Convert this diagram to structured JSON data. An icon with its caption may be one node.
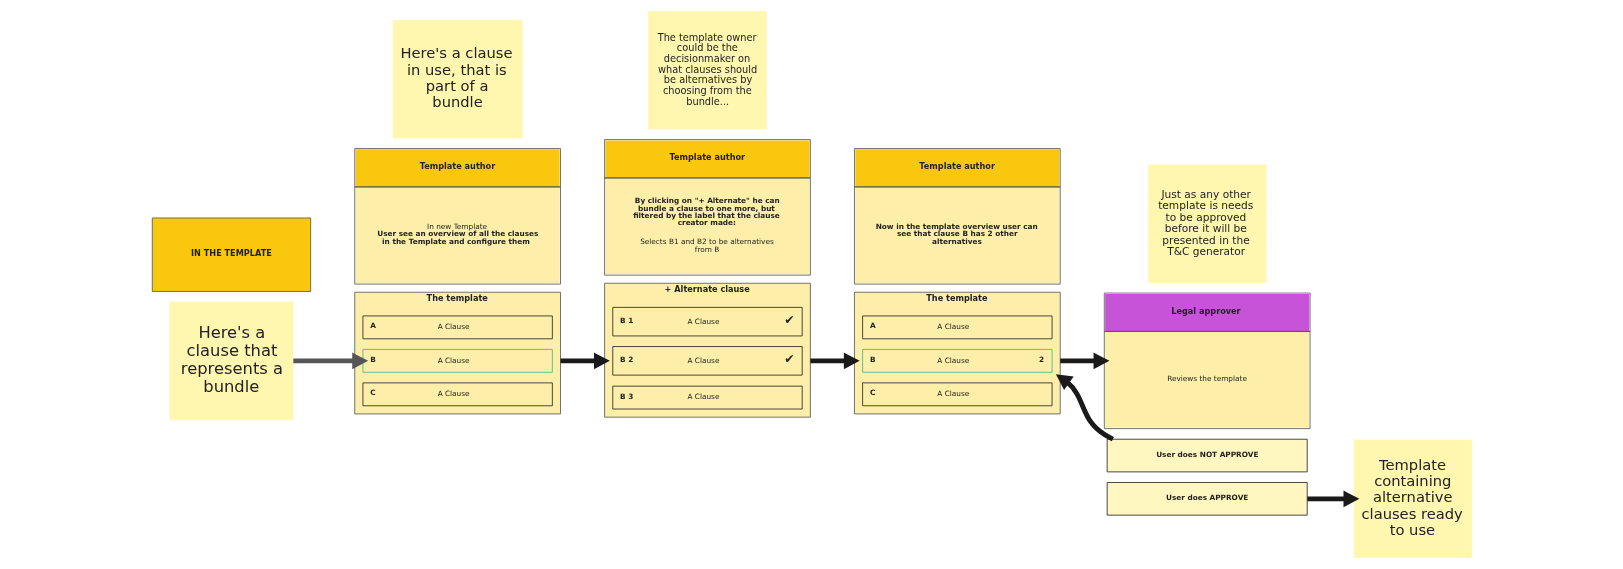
{
  "diagram": {
    "nodes": [
      {
        "text": [
          "IN THE TEMPLATE"
        ]
      },
      {
        "text": [
          "Here's a clause in use, that is part of a bundle"
        ]
      },
      {
        "text": [
          "Here's a clause that represents a bundle"
        ]
      },
      {
        "text": [
          "Template author",
          "In new Template",
          "User see an overview of all the clauses in the Template and configure them"
        ]
      },
      {
        "text": [
          "The template"
        ]
      },
      {
        "text": [
          "A",
          "A Clause"
        ],
        "in": 4
      },
      {
        "text": [
          "B",
          "A Clause"
        ],
        "in": 4
      },
      {
        "text": [
          "C",
          "A Clause"
        ],
        "in": 4
      },
      {
        "text": [
          "The template owner could be the decisionmaker on what clauses should be alternatives by choosing from the bundle..."
        ]
      },
      {
        "text": [
          "Template author",
          "By clicking on \"+ Alternate\" he can bundle a clause to one more, but filtered by the label that the clause creator made:",
          "Selects B1 and B2 to be alternatives from B"
        ]
      },
      {
        "text": [
          "+ Alternate clause"
        ]
      },
      {
        "text": [
          "B 1",
          "A Clause",
          "✔"
        ],
        "in": 10
      },
      {
        "text": [
          "B 2",
          "A Clause",
          "✔"
        ],
        "in": 10
      },
      {
        "text": [
          "B 3",
          "A Clause"
        ],
        "in": 10
      },
      {
        "text": [
          "Template author",
          "Now in the template overview user can see that clause B has 2 other alternatives"
        ]
      },
      {
        "text": [
          "The template"
        ]
      },
      {
        "text": [
          "A",
          "A Clause"
        ],
        "in": 15
      },
      {
        "text": [
          "B",
          "A Clause",
          "2"
        ],
        "in": 15
      },
      {
        "text": [
          "C",
          "A Clause"
        ],
        "in": 15
      },
      {
        "text": [
          "Just as any other template is needs to be approved before it will be presented in the T&C generator"
        ]
      },
      {
        "text": [
          "Legal approver",
          "Reviews the template"
        ]
      },
      {
        "text": [
          "User does NOT APPROVE"
        ]
      },
      {
        "text": [
          "User does APPROVE"
        ]
      },
      {
        "text": [
          "Template containing alternative clauses ready to use"
        ]
      }
    ],
    "edges": [
      {
        "from": 2,
        "to": 6,
        "arrow": "to",
        "color": "#555555"
      },
      {
        "from": 4,
        "to": 10,
        "arrow": "to"
      },
      {
        "from": 10,
        "to": 15,
        "arrow": "to"
      },
      {
        "from": 15,
        "to": 20,
        "arrow": "to"
      },
      {
        "from": 21,
        "to": 15,
        "arrow": "to"
      },
      {
        "from": 22,
        "to": 23,
        "arrow": "to"
      }
    ]
  }
}
